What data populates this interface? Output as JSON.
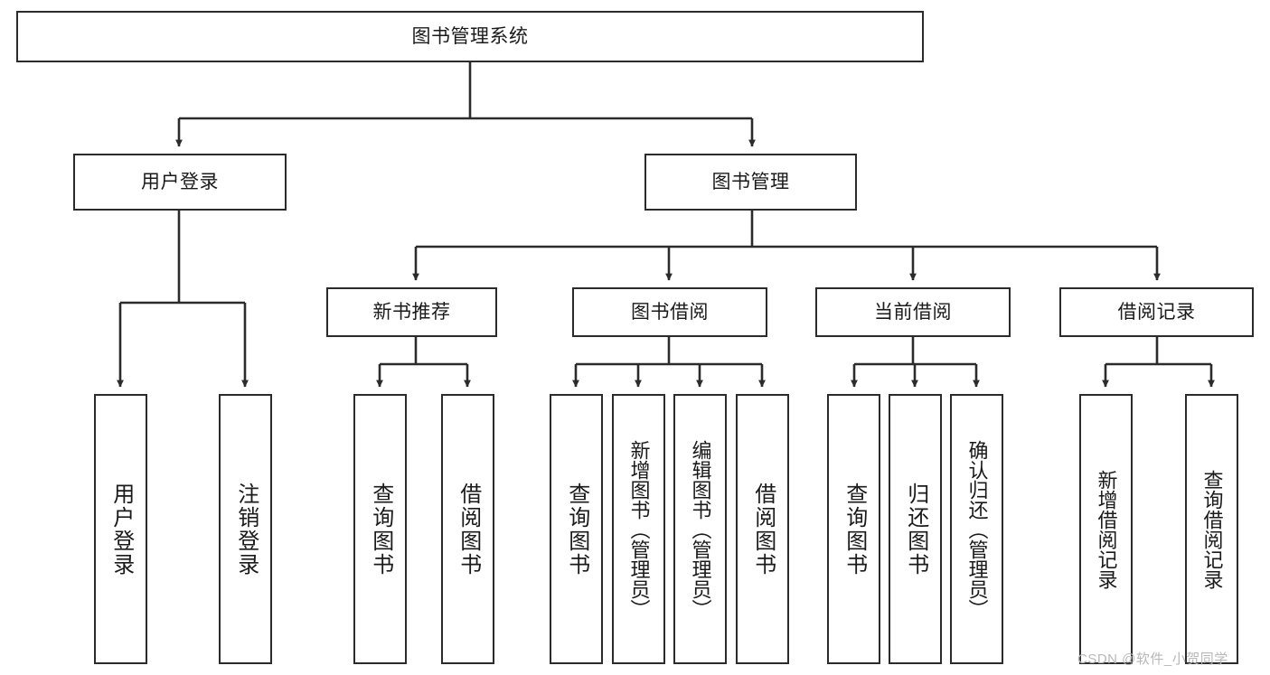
{
  "diagram": {
    "title": "图书管理系统",
    "type": "tree-hierarchy-chart",
    "root": {
      "label": "图书管理系统"
    },
    "level1": [
      {
        "label": "用户登录"
      },
      {
        "label": "图书管理"
      }
    ],
    "level2": [
      {
        "label": "新书推荐"
      },
      {
        "label": "图书借阅"
      },
      {
        "label": "当前借阅"
      },
      {
        "label": "借阅记录"
      }
    ],
    "leaves": {
      "user_login": [
        {
          "label": "用户登录"
        },
        {
          "label": "注销登录"
        }
      ],
      "new_book_recommend": [
        {
          "label": "查询图书"
        },
        {
          "label": "借阅图书"
        }
      ],
      "book_borrow": [
        {
          "label": "查询图书"
        },
        {
          "label": "新增图书（管理员）"
        },
        {
          "label": "编辑图书（管理员）"
        },
        {
          "label": "借阅图书"
        }
      ],
      "current_borrow": [
        {
          "label": "查询图书"
        },
        {
          "label": "归还图书"
        },
        {
          "label": "确认归还（管理员）"
        }
      ],
      "borrow_record": [
        {
          "label": "新增借阅记录"
        },
        {
          "label": "查询借阅记录"
        }
      ]
    }
  },
  "watermark": {
    "text": "CSDN @软件_小贺同学"
  },
  "colors": {
    "stroke": "#2b2b2b",
    "fill": "#ffffff",
    "text": "#1a1a1a",
    "watermark": "#b8b8b8"
  }
}
